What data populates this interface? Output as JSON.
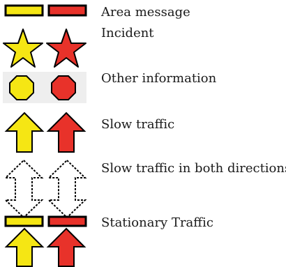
{
  "legend": {
    "items": [
      {
        "label": "Area message",
        "icon": "area-bar-icon"
      },
      {
        "label": "Incident",
        "icon": "star-icon"
      },
      {
        "label": "Other information",
        "icon": "octagon-icon"
      },
      {
        "label": "Slow traffic",
        "icon": "up-arrow-icon"
      },
      {
        "label": "Slow traffic in both directions",
        "icon": "double-arrow-icon"
      },
      {
        "label": "Stationary Traffic",
        "icon": "bar-arrow-icon"
      }
    ]
  },
  "colors": {
    "yellow": "#f5e614",
    "red": "#e8322a",
    "outline": "#000000",
    "white": "#ffffff",
    "gray_bg": "#eeeeee"
  }
}
